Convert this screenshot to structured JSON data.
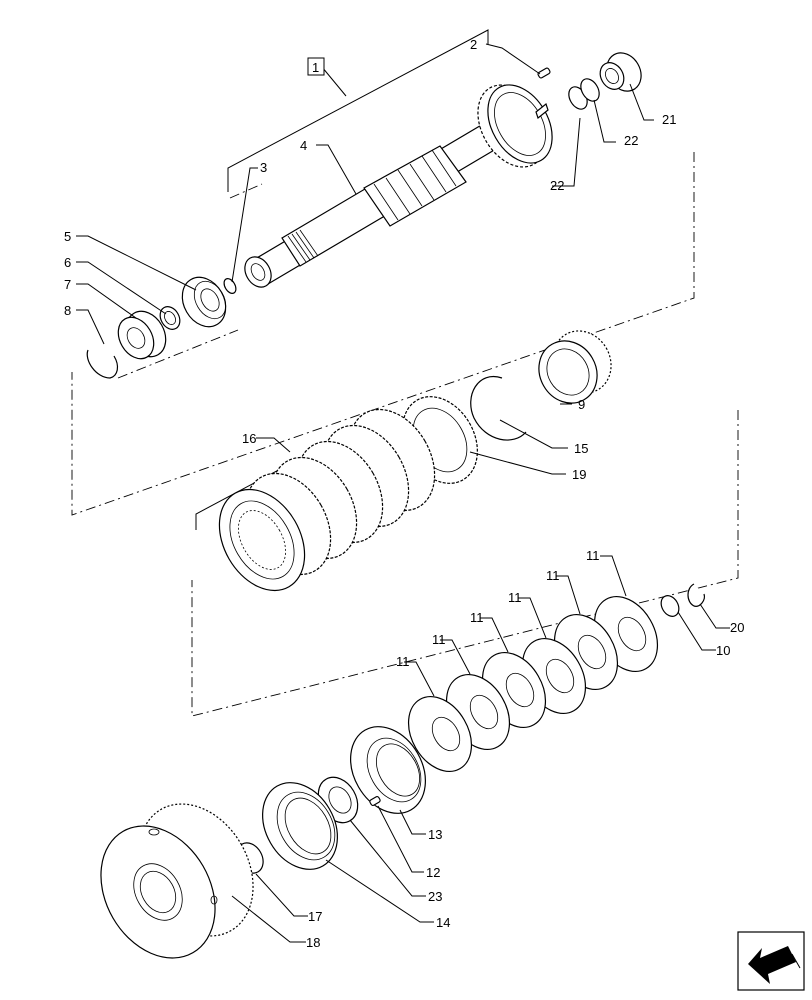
{
  "assembly_label": "1",
  "part_labels": {
    "p2": "2",
    "p3": "3",
    "p4": "4",
    "p5": "5",
    "p6": "6",
    "p7": "7",
    "p8": "8",
    "p9": "9",
    "p10": "10",
    "p11": "11",
    "p12": "12",
    "p13": "13",
    "p14": "14",
    "p15": "15",
    "p16": "16",
    "p17": "17",
    "p18": "18",
    "p19": "19",
    "p20": "20",
    "p21": "21",
    "p22": "22",
    "p23": "23"
  },
  "nav_icon": "arrow-left-icon"
}
